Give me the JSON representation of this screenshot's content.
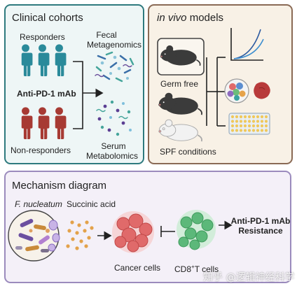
{
  "clinical": {
    "title": "Clinical cohorts",
    "responders": "Responders",
    "treatment": "Anti-PD-1 mAb",
    "non_responders": "Non-responders",
    "fecal_1": "Fecal",
    "fecal_2": "Metagenomics",
    "serum_1": "Serum",
    "serum_2": "Metabolomics"
  },
  "vivo": {
    "title_italic": "in vivo",
    "title_rest": "models",
    "germ_free": "Germ free",
    "spf": "SPF conditions"
  },
  "mechanism": {
    "title": "Mechanism diagram",
    "bacterium": "F. nucleatum",
    "metabolite": "Succinic acid",
    "cancer_cells": "Cancer cells",
    "cd8_prefix": "CD8",
    "cd8_sup": "+",
    "cd8_suffix": "T cells",
    "outcome_1": "Anti-PD-1 mAb",
    "outcome_2": "Resistance"
  },
  "colors": {
    "responder": "#2a8a9a",
    "non_responder": "#a73a33",
    "clinical_border": "#2e7a7e",
    "vivo_border": "#8a6a55",
    "mech_border": "#9b8bbd",
    "cancer": "#e06a6a",
    "tcell": "#5cb87a"
  },
  "watermark": "知乎 @逻辑神经科学"
}
